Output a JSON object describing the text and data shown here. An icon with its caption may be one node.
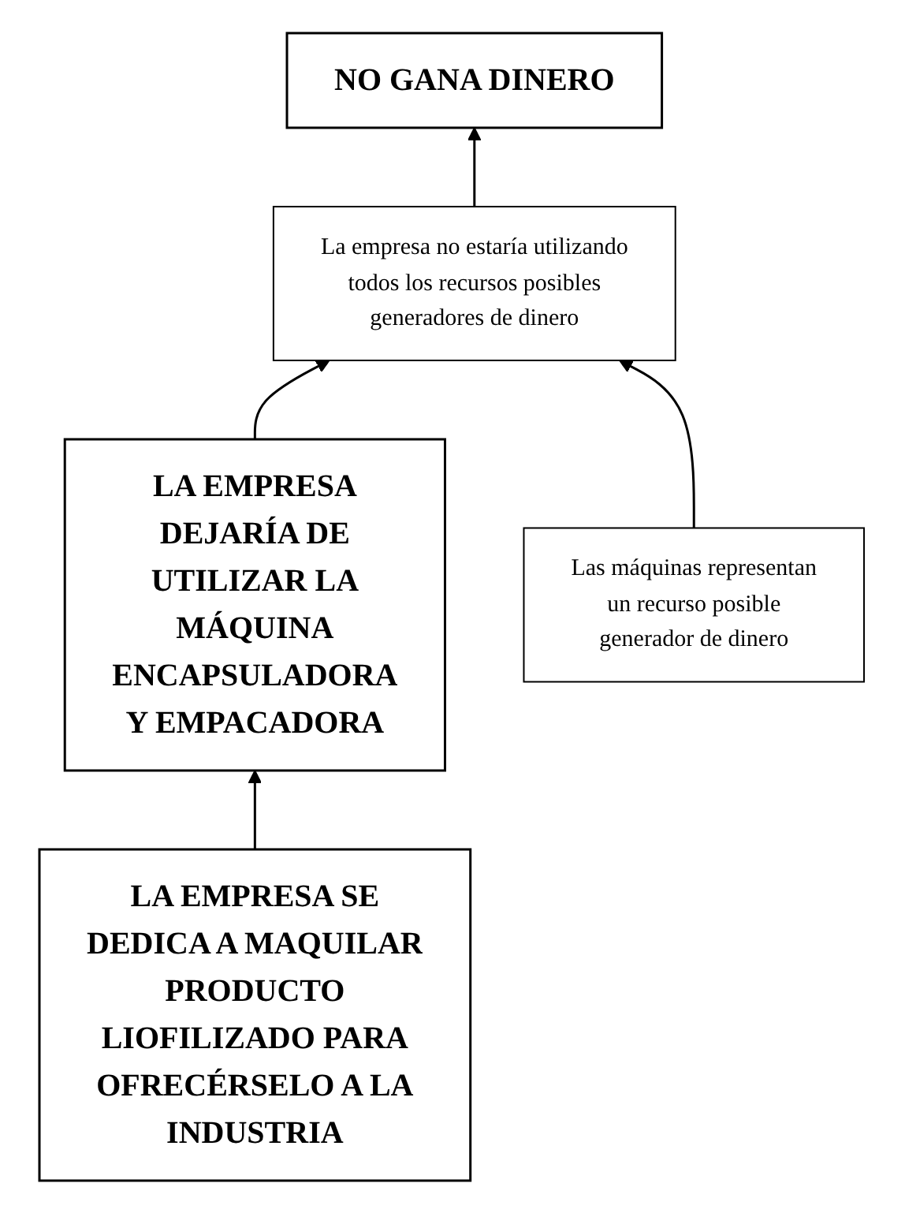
{
  "diagram": {
    "nodes": [
      {
        "text": [
          "NO GANA DINERO"
        ]
      },
      {
        "text": [
          "La empresa no estaría utilizando todos los recursos posibles generadores de dinero"
        ]
      },
      {
        "text": [
          "LA EMPRESA DEJARÍA DE UTILIZAR LA MÁQUINA ENCAPSULADORA Y EMPACADORA"
        ]
      },
      {
        "text": [
          "Las máquinas representan un recurso posible generador de dinero"
        ]
      },
      {
        "text": [
          "LA EMPRESA SE DEDICA A MAQUILAR PRODUCTO LIOFILIZADO PARA OFRECÉRSELO A LA INDUSTRIA"
        ]
      }
    ],
    "edges": [
      {
        "from": 1,
        "to": 0,
        "arrow": "to"
      },
      {
        "from": 2,
        "to": 1,
        "arrow": "to"
      },
      {
        "from": 3,
        "to": 1,
        "arrow": "to"
      },
      {
        "from": 4,
        "to": 2,
        "arrow": "to"
      }
    ]
  }
}
